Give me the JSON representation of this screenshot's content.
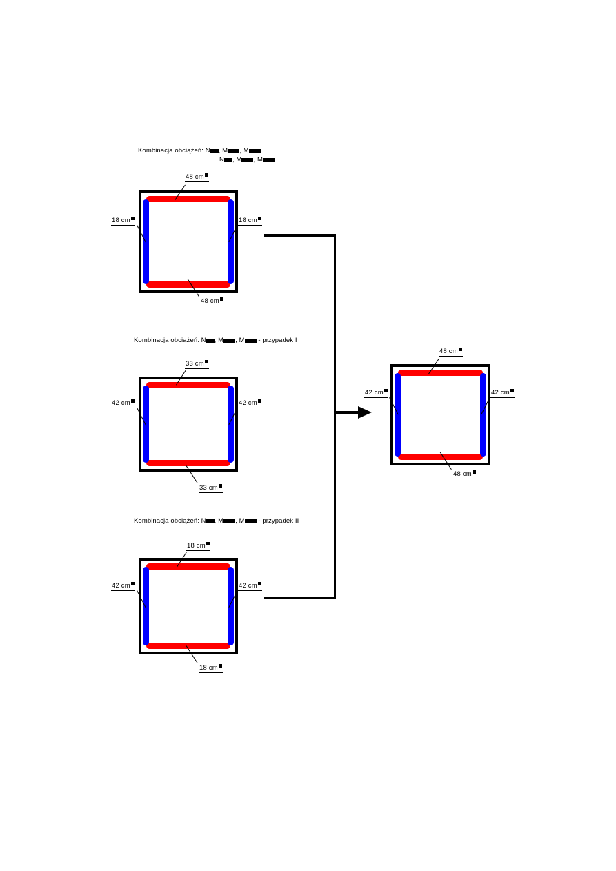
{
  "document": {
    "language": "pl",
    "type": "reinforced-concrete-cross-section-envelope-diagram"
  },
  "captions": {
    "combo1_prefix": "Kombinacja obciążeń: N",
    "combo1_mid": ", M",
    "combo1_end": ", M",
    "combo1_line2_prefix": "N",
    "combo2_suffix": " - przypadek I",
    "combo3_suffix": " - przypadek II"
  },
  "sections": [
    {
      "id": "section-1",
      "caption_line1": "Kombinacja obciążeń: N■, M■, M■",
      "caption_line2": "N■, M■, M■",
      "labels": {
        "top": "48 cm",
        "bottom": "48 cm",
        "left": "18 cm",
        "right": "18 cm"
      },
      "unit_superscript": "■"
    },
    {
      "id": "section-2",
      "caption_line1": "Kombinacja obciążeń: N■, M■, M■ - przypadek I",
      "labels": {
        "top": "33 cm",
        "bottom": "33 cm",
        "left": "42 cm",
        "right": "42 cm"
      },
      "unit_superscript": "■"
    },
    {
      "id": "section-3",
      "caption_line1": "Kombinacja obciążeń: N■, M■, M■ - przypadek II",
      "labels": {
        "top": "18 cm",
        "bottom": "18 cm",
        "left": "42 cm",
        "right": "42 cm"
      },
      "unit_superscript": "■"
    }
  ],
  "result_section": {
    "id": "section-result",
    "labels": {
      "top": "48 cm",
      "bottom": "48 cm",
      "left": "42 cm",
      "right": "42 cm"
    },
    "unit_superscript": "■"
  },
  "colors": {
    "horizontal_reinforcement": "#ff0000",
    "vertical_reinforcement": "#0000ff",
    "outline": "#000000",
    "background": "#ffffff"
  }
}
